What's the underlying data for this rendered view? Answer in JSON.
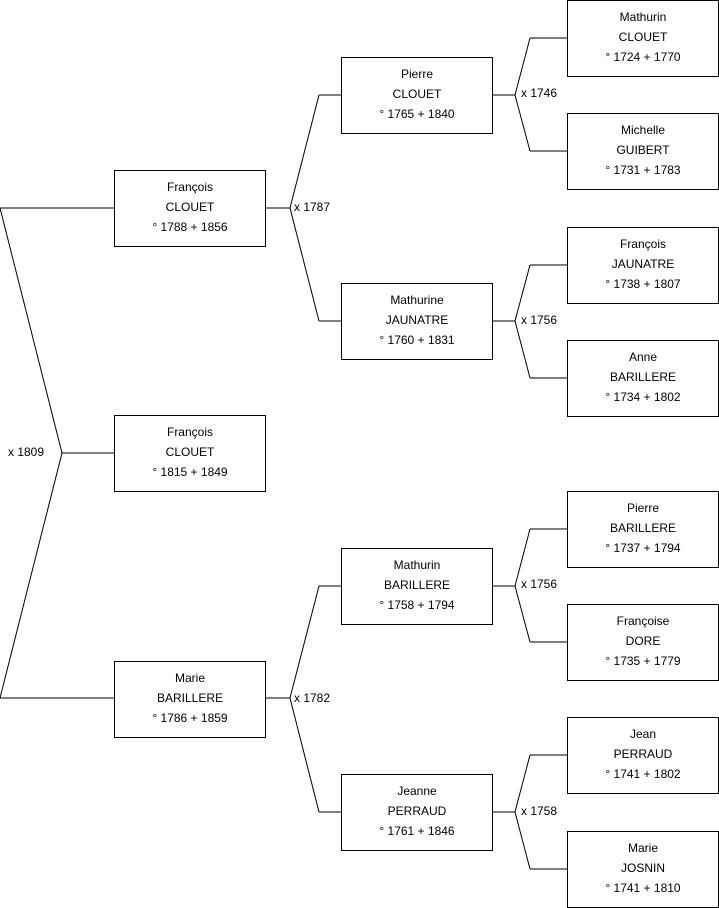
{
  "persons": {
    "p1": {
      "given": "François",
      "surname": "CLOUET",
      "dates": "° 1815 + 1849"
    },
    "p2": {
      "given": "François",
      "surname": "CLOUET",
      "dates": "° 1788 + 1856"
    },
    "p3": {
      "given": "Marie",
      "surname": "BARILLERE",
      "dates": "° 1786 + 1859"
    },
    "p4": {
      "given": "Pierre",
      "surname": "CLOUET",
      "dates": "° 1765 + 1840"
    },
    "p5": {
      "given": "Mathurine",
      "surname": "JAUNATRE",
      "dates": "° 1760 + 1831"
    },
    "p6": {
      "given": "Mathurin",
      "surname": "BARILLERE",
      "dates": "° 1758 + 1794"
    },
    "p7": {
      "given": "Jeanne",
      "surname": "PERRAUD",
      "dates": "° 1761 + 1846"
    },
    "p8": {
      "given": "Mathurin",
      "surname": "CLOUET",
      "dates": "° 1724 + 1770"
    },
    "p9": {
      "given": "Michelle",
      "surname": "GUIBERT",
      "dates": "° 1731 + 1783"
    },
    "p10": {
      "given": "François",
      "surname": "JAUNATRE",
      "dates": "° 1738 + 1807"
    },
    "p11": {
      "given": "Anne",
      "surname": "BARILLERE",
      "dates": "° 1734 + 1802"
    },
    "p12": {
      "given": "Pierre",
      "surname": "BARILLERE",
      "dates": "° 1737 + 1794"
    },
    "p13": {
      "given": "Françoise",
      "surname": "DORE",
      "dates": "° 1735 + 1779"
    },
    "p14": {
      "given": "Jean",
      "surname": "PERRAUD",
      "dates": "° 1741 + 1802"
    },
    "p15": {
      "given": "Marie",
      "surname": "JOSNIN",
      "dates": "° 1741 + 1810"
    }
  },
  "marriages": {
    "m1": "x 1809",
    "m2": "x 1787",
    "m3": "x 1782",
    "m4": "x 1746",
    "m5": "x 1756",
    "m6": "x 1756",
    "m7": "x 1758"
  }
}
